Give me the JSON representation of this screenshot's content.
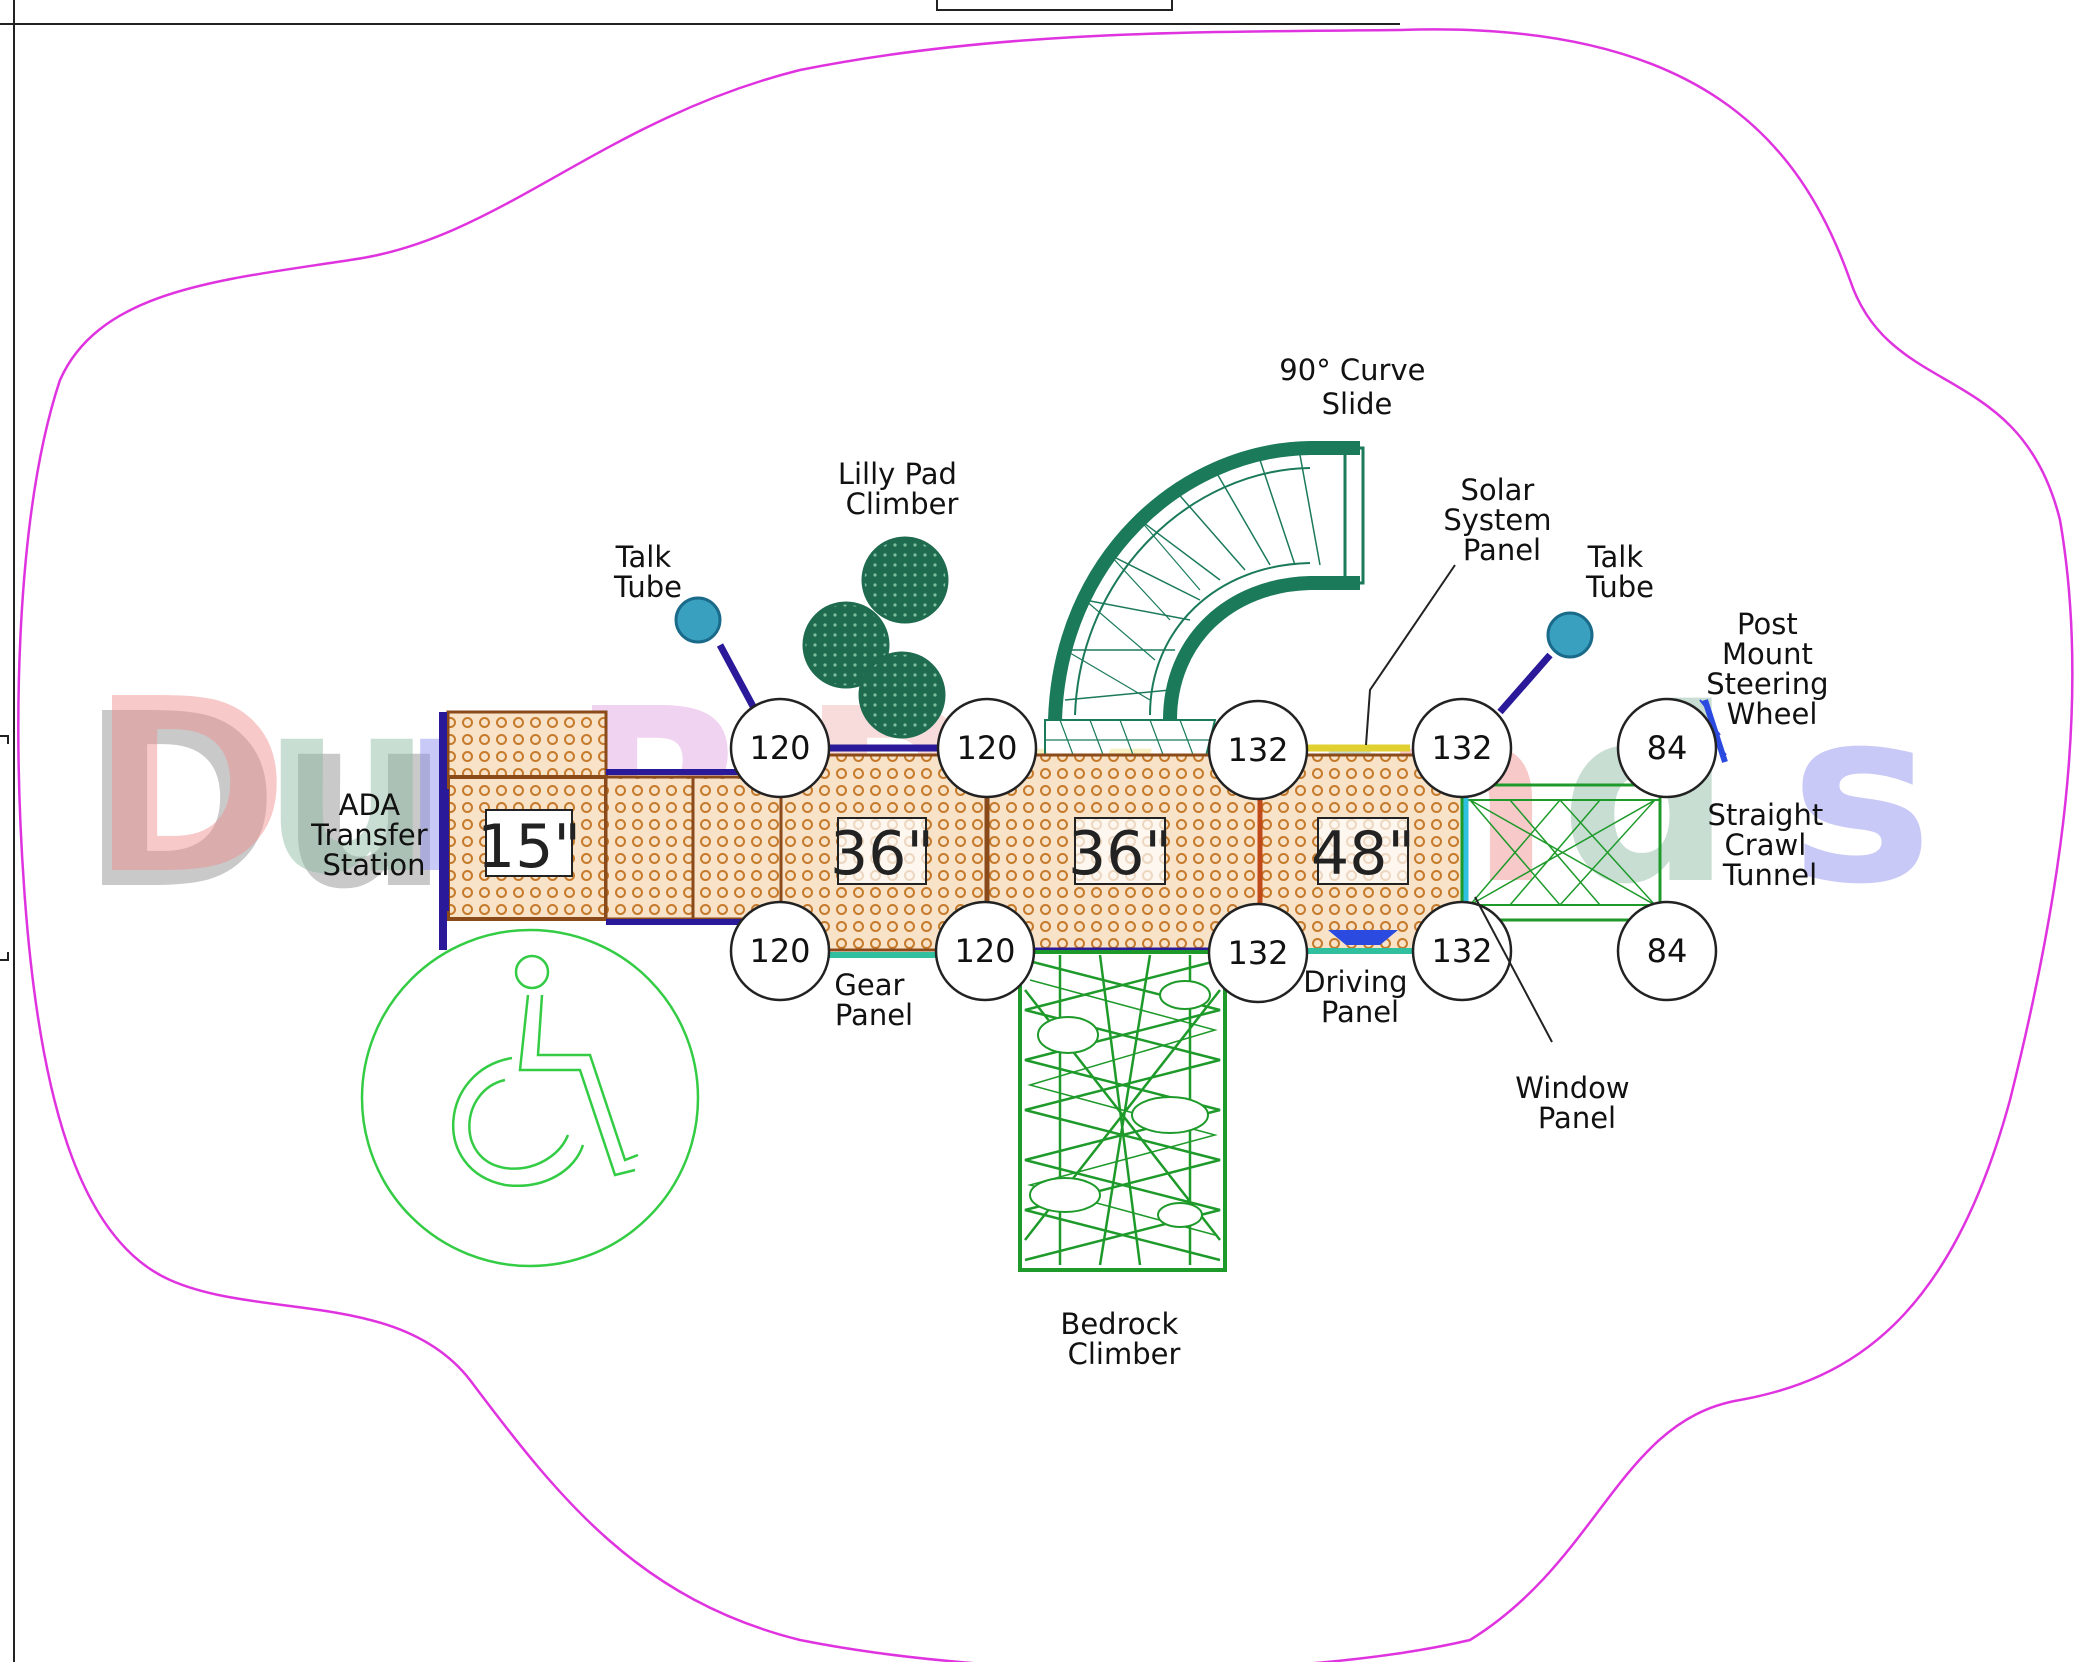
{
  "labels": {
    "curve_slide": [
      "90° Curve",
      "Slide"
    ],
    "lilly_pad": [
      "Lilly Pad",
      "Climber"
    ],
    "talk_tube_left": [
      "Talk",
      "Tube"
    ],
    "talk_tube_right": [
      "Talk",
      "Tube"
    ],
    "solar_panel": [
      "Solar",
      "System",
      "Panel"
    ],
    "steering_wheel": [
      "Post",
      "Mount",
      "Steering",
      "Wheel"
    ],
    "ada_station": [
      "ADA",
      "Transfer",
      "Station"
    ],
    "crawl_tunnel": [
      "Straight",
      "Crawl",
      "Tunnel"
    ],
    "gear_panel": [
      "Gear",
      "Panel"
    ],
    "driving_panel": [
      "Driving",
      "Panel"
    ],
    "window_panel": [
      "Window",
      "Panel"
    ],
    "bedrock": [
      "Bedrock",
      "Climber"
    ]
  },
  "decks": [
    "15\"",
    "36\"",
    "36\"",
    "48\""
  ],
  "posts": {
    "top": [
      "120",
      "120",
      "132",
      "132",
      "84"
    ],
    "bottom": [
      "120",
      "120",
      "132",
      "132",
      "84"
    ]
  },
  "watermark": "DunnRite Playgrounds",
  "colors": {
    "boundary": "#e033e0",
    "deck_fill": "#f6d9b8",
    "deck_dot": "#c67a2c",
    "slide": "#1b7a5a",
    "climber": "#1e9a2a",
    "post_bar": "#2a1a9a",
    "ada_symbol": "#33cc44",
    "talk_tube": "#2a8aaa"
  }
}
